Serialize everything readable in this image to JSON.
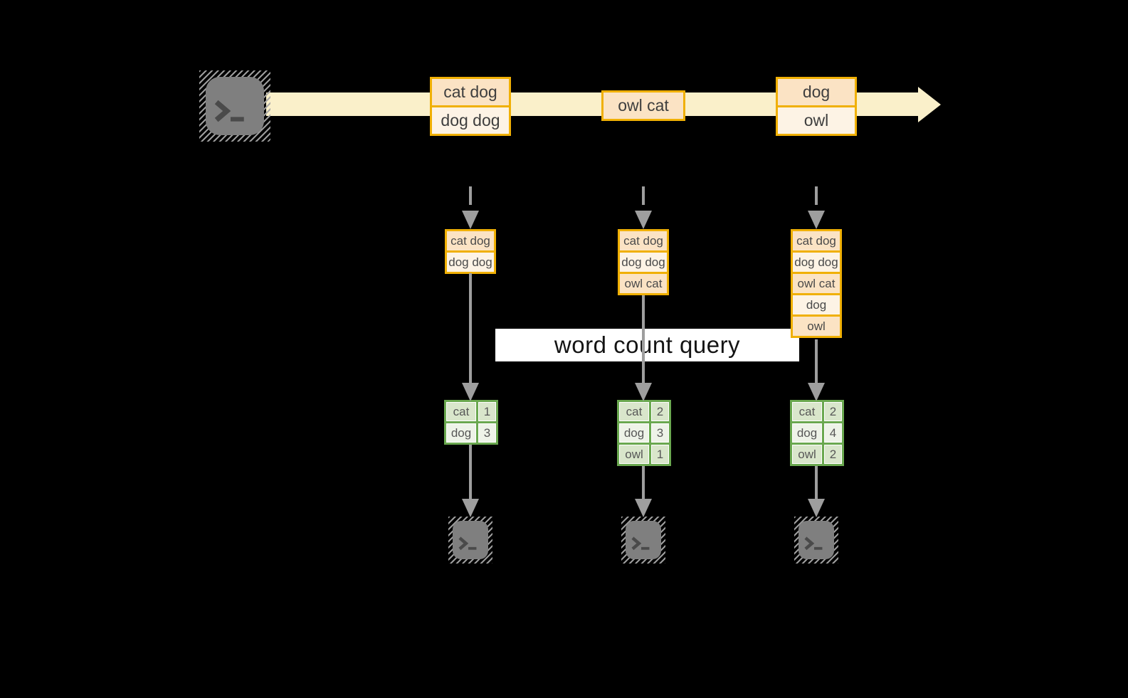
{
  "diagram": {
    "query": {
      "label": "word count query"
    },
    "stream": {
      "source_icon": "terminal-icon",
      "events": [
        {
          "lines": [
            "cat dog",
            "dog dog"
          ]
        },
        {
          "lines": [
            "owl cat"
          ]
        },
        {
          "lines": [
            "dog",
            "owl"
          ]
        }
      ]
    },
    "states": [
      {
        "lines": [
          "cat dog",
          "dog dog"
        ]
      },
      {
        "lines": [
          "cat dog",
          "dog dog",
          "owl cat"
        ]
      },
      {
        "lines": [
          "cat dog",
          "dog dog",
          "owl cat",
          "dog",
          "owl"
        ]
      }
    ],
    "tables": [
      {
        "rows": [
          {
            "word": "cat",
            "count": 1
          },
          {
            "word": "dog",
            "count": 3
          }
        ]
      },
      {
        "rows": [
          {
            "word": "cat",
            "count": 2
          },
          {
            "word": "dog",
            "count": 3
          },
          {
            "word": "owl",
            "count": 1
          }
        ]
      },
      {
        "rows": [
          {
            "word": "cat",
            "count": 2
          },
          {
            "word": "dog",
            "count": 4
          },
          {
            "word": "owl",
            "count": 2
          }
        ]
      }
    ],
    "sink_icons": [
      "terminal-icon",
      "terminal-icon",
      "terminal-icon"
    ],
    "colors": {
      "background": "#000000",
      "stream_band": "#faf0ca",
      "event_fill_dark": "#fbe3c4",
      "event_fill_light": "#fdf3e5",
      "event_border": "#f0b004",
      "table_border": "#6aa84f",
      "table_cell_dark": "#d9e6cb",
      "table_cell_light": "#eef3e8",
      "connector": "#9e9e9e",
      "terminal": "#7f7f7f"
    }
  }
}
